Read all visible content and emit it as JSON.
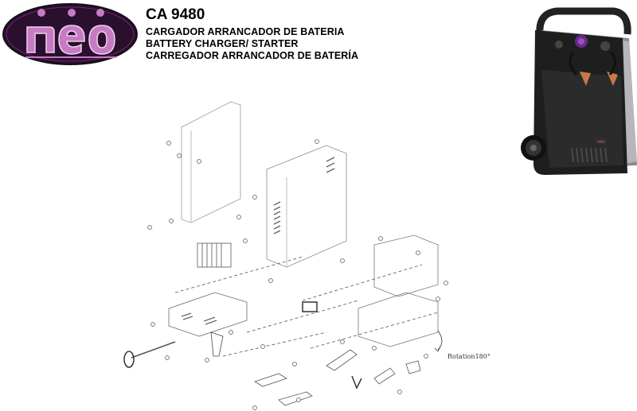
{
  "brand": {
    "logo_text": "néo",
    "accent": "#9b3a96",
    "dark": "#2b1530"
  },
  "header": {
    "model": "CA 9480",
    "lines": [
      "CARGADOR ARRANCADOR DE BATERIA",
      "BATTERY CHARGER/ STARTER",
      "CARREGADOR ARRANCADOR DE BATERÍA"
    ]
  },
  "diagram": {
    "rotation_label": "Rotation180°"
  },
  "product_photo": {
    "badge_text": "néo"
  }
}
